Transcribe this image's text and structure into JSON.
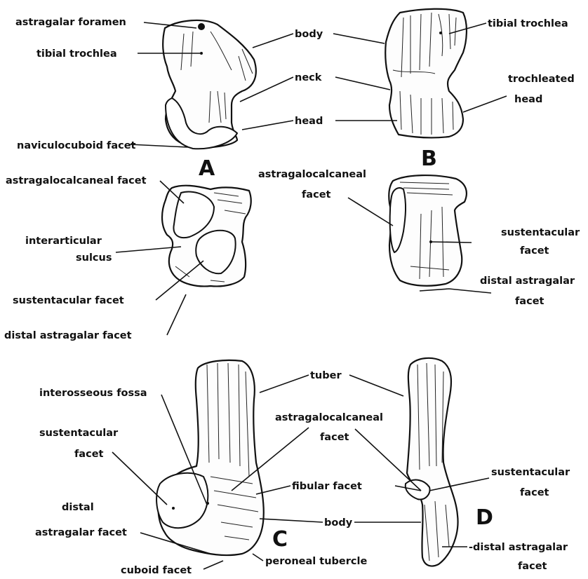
{
  "panels": {
    "A": "A",
    "B": "B",
    "C": "C",
    "D": "D"
  },
  "labels": {
    "A": {
      "astragalar_foramen": "astragalar foramen",
      "tibial_trochlea": "tibial trochlea",
      "naviculocuboid_facet": "naviculocuboid facet"
    },
    "AB_shared": {
      "body": "body",
      "neck": "neck",
      "head": "head"
    },
    "B": {
      "tibial_trochlea": "tibial trochlea",
      "trochleated": "trochleated",
      "head": "head"
    },
    "A_lower": {
      "astragalocalcaneal_facet": "astragalocalcaneal facet",
      "interarticular": "interarticular",
      "sulcus": "sulcus",
      "sustentacular_facet": "sustentacular facet",
      "distal_astragalar_facet": "distal astragalar facet"
    },
    "B_lower": {
      "astragalocalcaneal": "astragalocalcaneal",
      "facet": "facet",
      "sustentacular": "sustentacular",
      "sustentacular_facet2": "facet",
      "distal_astragalar": "distal astragalar",
      "distal_facet": "facet"
    },
    "C": {
      "interosseous_fossa": "interosseous fossa",
      "sustentacular": "sustentacular",
      "sustentacular_facet": "facet",
      "distal": "distal",
      "astragalar_facet": "astragalar facet",
      "cuboid_facet": "cuboid facet",
      "peroneal_tubercle": "peroneal tubercle"
    },
    "CD_shared": {
      "tuber": "tuber",
      "astragalocalcaneal": "astragalocalcaneal",
      "facet": "facet",
      "fibular_facet": "fibular facet",
      "body": "body"
    },
    "D": {
      "sustentacular": "sustentacular",
      "facet": "facet",
      "distal_astragalar": "-distal astragalar",
      "distal_facet": "facet"
    }
  }
}
